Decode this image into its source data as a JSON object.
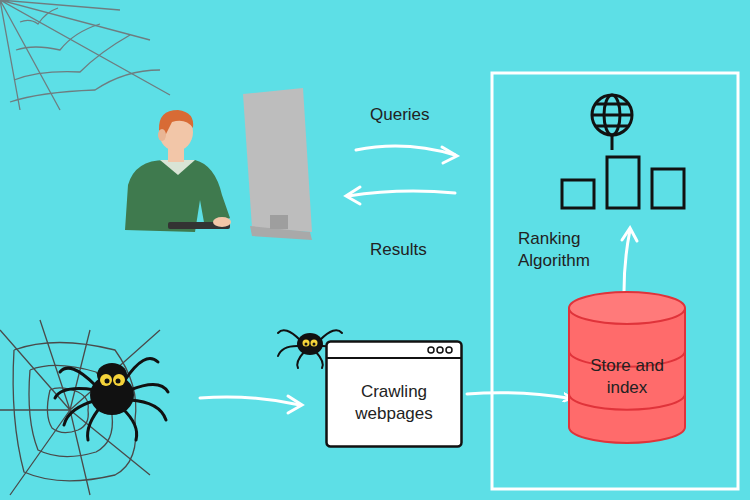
{
  "diagram": {
    "nodes": [
      {
        "text": [
          "Crawling webpages"
        ]
      },
      {
        "text": [
          "Store and index"
        ]
      }
    ],
    "edges": [
      {
        "from": 0,
        "to": 1,
        "arrow": "to"
      }
    ],
    "labels": [
      "Queries",
      "Results",
      "Ranking Algorithm"
    ]
  }
}
